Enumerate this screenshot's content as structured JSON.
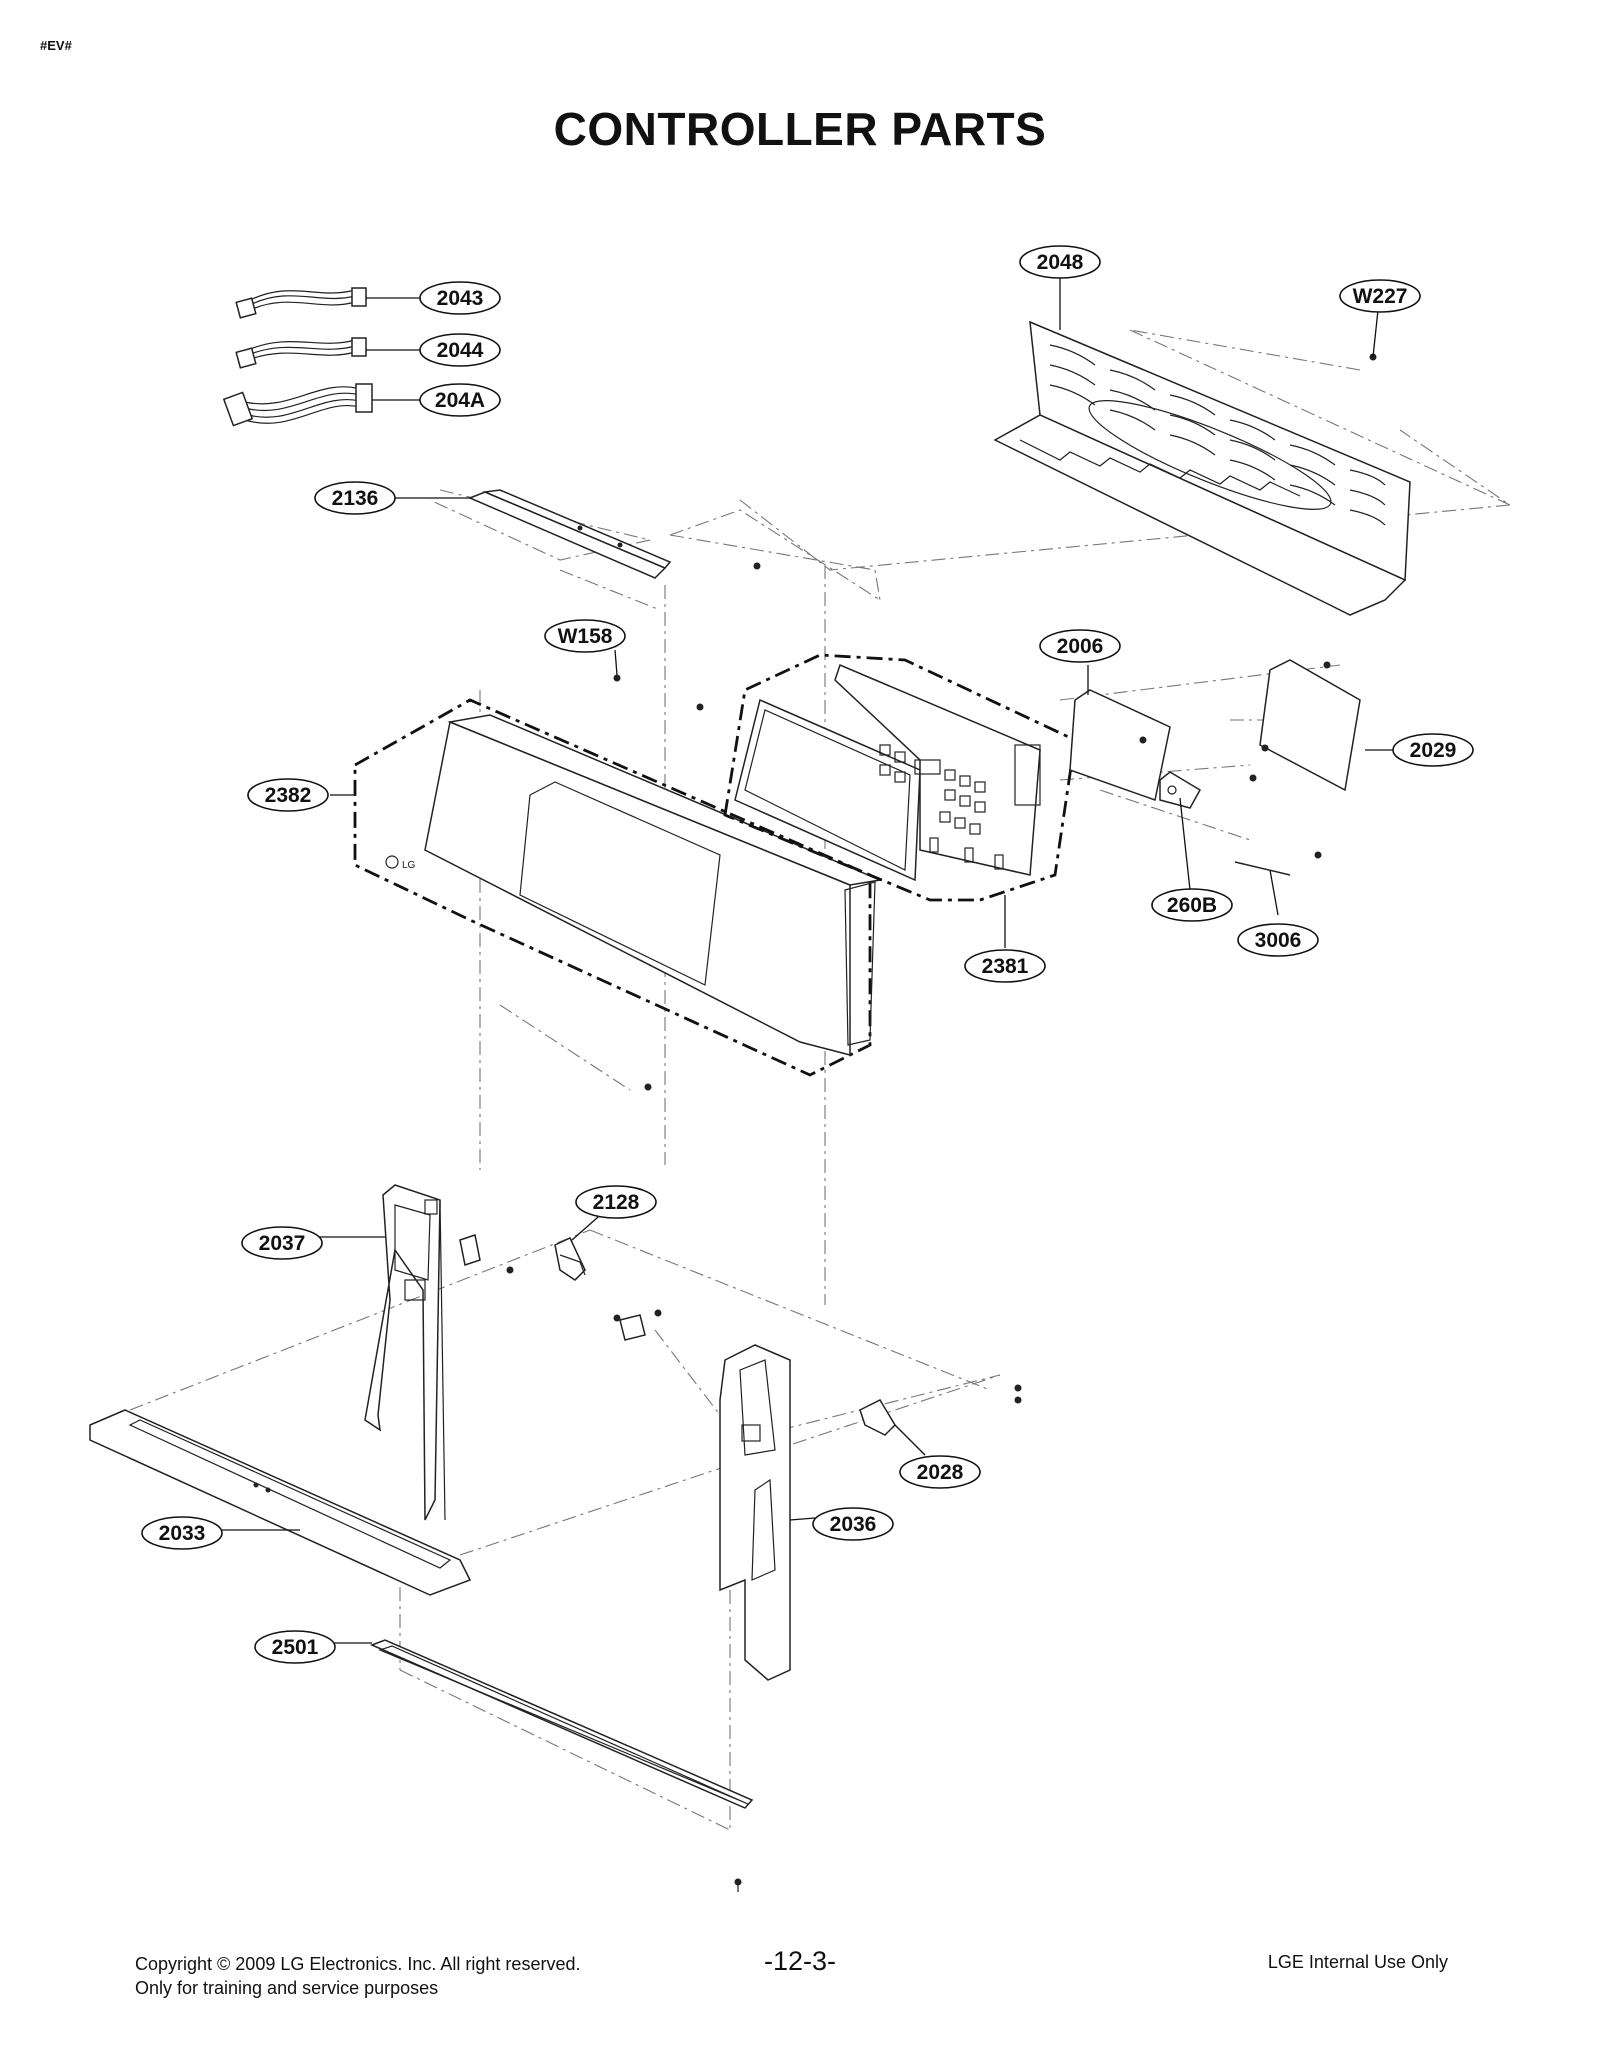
{
  "header": {
    "tag": "#EV#",
    "title": "CONTROLLER PARTS"
  },
  "callouts": [
    {
      "id": "2043",
      "label": "2043"
    },
    {
      "id": "2044",
      "label": "2044"
    },
    {
      "id": "204A",
      "label": "204A"
    },
    {
      "id": "2048",
      "label": "2048"
    },
    {
      "id": "W227",
      "label": "W227"
    },
    {
      "id": "2136",
      "label": "2136"
    },
    {
      "id": "W158",
      "label": "W158"
    },
    {
      "id": "2006",
      "label": "2006"
    },
    {
      "id": "2029",
      "label": "2029"
    },
    {
      "id": "2382",
      "label": "2382"
    },
    {
      "id": "260B",
      "label": "260B"
    },
    {
      "id": "3006",
      "label": "3006"
    },
    {
      "id": "2381",
      "label": "2381"
    },
    {
      "id": "2128",
      "label": "2128"
    },
    {
      "id": "2037",
      "label": "2037"
    },
    {
      "id": "2028",
      "label": "2028"
    },
    {
      "id": "2036",
      "label": "2036"
    },
    {
      "id": "2033",
      "label": "2033"
    },
    {
      "id": "2501",
      "label": "2501"
    }
  ],
  "footer": {
    "copyright": "Copyright © 2009 LG Electronics. Inc. All right reserved.",
    "usage": "Only for training and service purposes",
    "page_number": "-12-3-",
    "classification": "LGE Internal Use Only"
  }
}
